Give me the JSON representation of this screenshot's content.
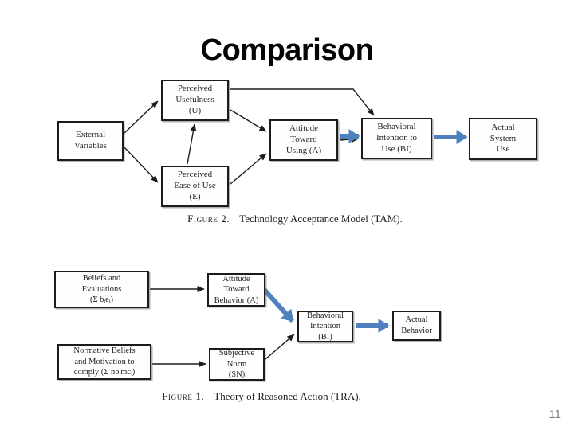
{
  "slide": {
    "title": "Comparison",
    "page_number": "11"
  },
  "colors": {
    "arrow_blue": "#4f81bd",
    "line_black": "#1c1c1c",
    "page_number_gray": "#838383"
  },
  "tam": {
    "caption_label": "Figure 2.",
    "caption_text": "Technology Acceptance Model (TAM).",
    "boxes": {
      "external_variables": "External\nVariables",
      "perceived_usefulness": "Perceived\nUsefulness\n(U)",
      "perceived_ease_of_use": "Perceived\nEase of Use\n(E)",
      "attitude": "Attitude\nToward\nUsing (A)",
      "behavioral_intention": "Behavioral\nIntention to\nUse (BI)",
      "actual_system_use": "Actual\nSystem\nUse"
    }
  },
  "tra": {
    "caption_label": "Figure 1.",
    "caption_text": "Theory of Reasoned Action (TRA).",
    "boxes": {
      "beliefs_and_evaluations": "Beliefs and\nEvaluations\n(Σ bᵢeᵢ)",
      "normative_beliefs": "Normative Beliefs\nand Motivation to\ncomply (Σ nbᵢmcᵢ)",
      "attitude_toward_behavior": "Attitude\nToward\nBehavior (A)",
      "subjective_norm": "Subjective\nNorm\n(SN)",
      "behavioral_intention": "Behavioral\nIntention\n(BI)",
      "actual_behavior": "Actual\nBehavior"
    }
  }
}
